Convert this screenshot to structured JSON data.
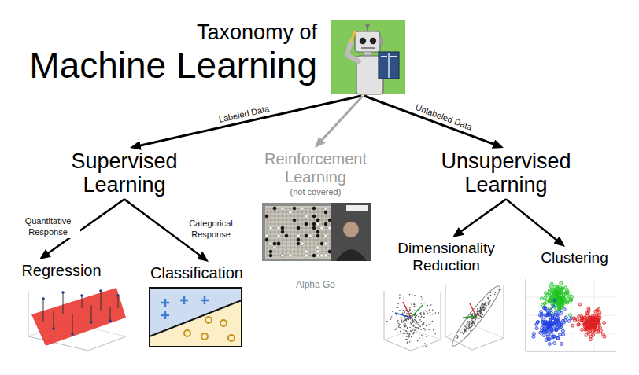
{
  "diagram": {
    "nodes": [
      {
        "text": [
          "Taxonomy of",
          "Machine Learning"
        ]
      },
      {
        "text": [
          "Supervised Learning"
        ]
      },
      {
        "text": [
          "Reinforcement Learning",
          "(not covered)"
        ]
      },
      {
        "text": [
          "Unsupervised Learning"
        ]
      },
      {
        "text": [
          "Regression"
        ]
      },
      {
        "text": [
          "Classification"
        ]
      },
      {
        "text": [
          "Dimensionality Reduction"
        ]
      },
      {
        "text": [
          "Clustering"
        ]
      }
    ],
    "edges": [
      {
        "from": 0,
        "to": 1,
        "label": "Labeled Data",
        "arrow": "to"
      },
      {
        "from": 0,
        "to": 2,
        "arrow": "to"
      },
      {
        "from": 0,
        "to": 3,
        "label": "Unlabeled Data",
        "arrow": "to"
      },
      {
        "from": 1,
        "to": 4,
        "label": "Quantitative Response",
        "arrow": "to"
      },
      {
        "from": 1,
        "to": 5,
        "label": "Categorical Response",
        "arrow": "to"
      },
      {
        "from": 3,
        "to": 6,
        "arrow": "to"
      },
      {
        "from": 3,
        "to": 7,
        "arrow": "to"
      }
    ],
    "labels": [
      "Alpha Go"
    ]
  }
}
